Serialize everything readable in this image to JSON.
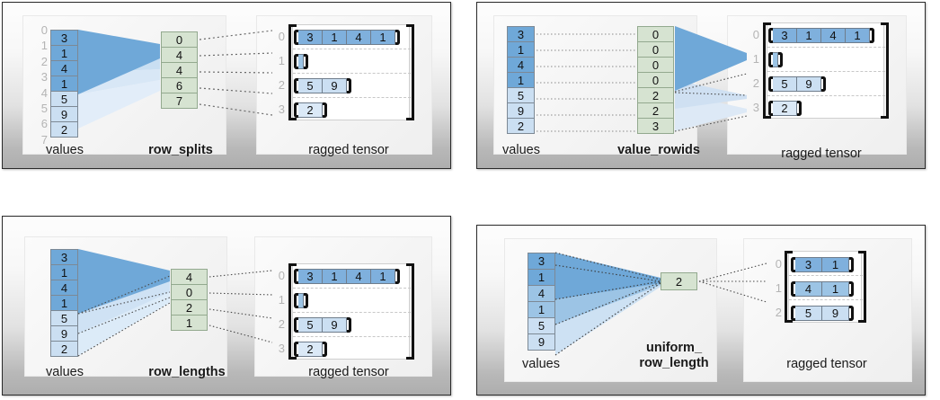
{
  "colors": {
    "blue_dark": "#6fa8d8",
    "blue_mid": "#9cc4e5",
    "blue_light": "#cbdff2",
    "green": "#d6e3d1",
    "green_border": "#93a98f",
    "cell_border": "#7d8995",
    "index_gray": "#b4b4b4",
    "bracket": "#111111",
    "panel_border": "#2a2a2a"
  },
  "panels": [
    {
      "id": "row-splits",
      "values_label": "values",
      "encoding_label": "row_splits",
      "tensor_label": "ragged tensor",
      "value_indices": [
        "0",
        "1",
        "2",
        "3",
        "4",
        "5",
        "6",
        "7"
      ],
      "values": [
        "3",
        "1",
        "4",
        "1",
        "5",
        "9",
        "2"
      ],
      "encoding": [
        "0",
        "4",
        "4",
        "6",
        "7"
      ],
      "tensor_row_indices": [
        "0",
        "1",
        "2",
        "3"
      ],
      "tensor_rows": [
        [
          "3",
          "1",
          "4",
          "1"
        ],
        [
          ""
        ],
        [
          "5",
          "9"
        ],
        [
          "2"
        ]
      ]
    },
    {
      "id": "value-rowids",
      "values_label": "values",
      "encoding_label": "value_rowids",
      "tensor_label": "ragged tensor",
      "values": [
        "3",
        "1",
        "4",
        "1",
        "5",
        "9",
        "2"
      ],
      "encoding": [
        "0",
        "0",
        "0",
        "0",
        "2",
        "2",
        "3"
      ],
      "tensor_row_indices": [
        "0",
        "1",
        "2",
        "3"
      ],
      "tensor_rows": [
        [
          "3",
          "1",
          "4",
          "1"
        ],
        [
          ""
        ],
        [
          "5",
          "9"
        ],
        [
          "2"
        ]
      ]
    },
    {
      "id": "row-lengths",
      "values_label": "values",
      "encoding_label": "row_lengths",
      "tensor_label": "ragged tensor",
      "values": [
        "3",
        "1",
        "4",
        "1",
        "5",
        "9",
        "2"
      ],
      "encoding": [
        "4",
        "0",
        "2",
        "1"
      ],
      "tensor_row_indices": [
        "0",
        "1",
        "2",
        "3"
      ],
      "tensor_rows": [
        [
          "3",
          "1",
          "4",
          "1"
        ],
        [
          ""
        ],
        [
          "5",
          "9"
        ],
        [
          "2"
        ]
      ]
    },
    {
      "id": "uniform-row-length",
      "values_label": "values",
      "encoding_label": "uniform_\nrow_length",
      "tensor_label": "ragged tensor",
      "values": [
        "3",
        "1",
        "4",
        "1",
        "5",
        "9"
      ],
      "encoding": [
        "2"
      ],
      "tensor_row_indices": [
        "0",
        "1",
        "2"
      ],
      "tensor_rows": [
        [
          "3",
          "1"
        ],
        [
          "4",
          "1"
        ],
        [
          "5",
          "9"
        ]
      ]
    }
  ]
}
